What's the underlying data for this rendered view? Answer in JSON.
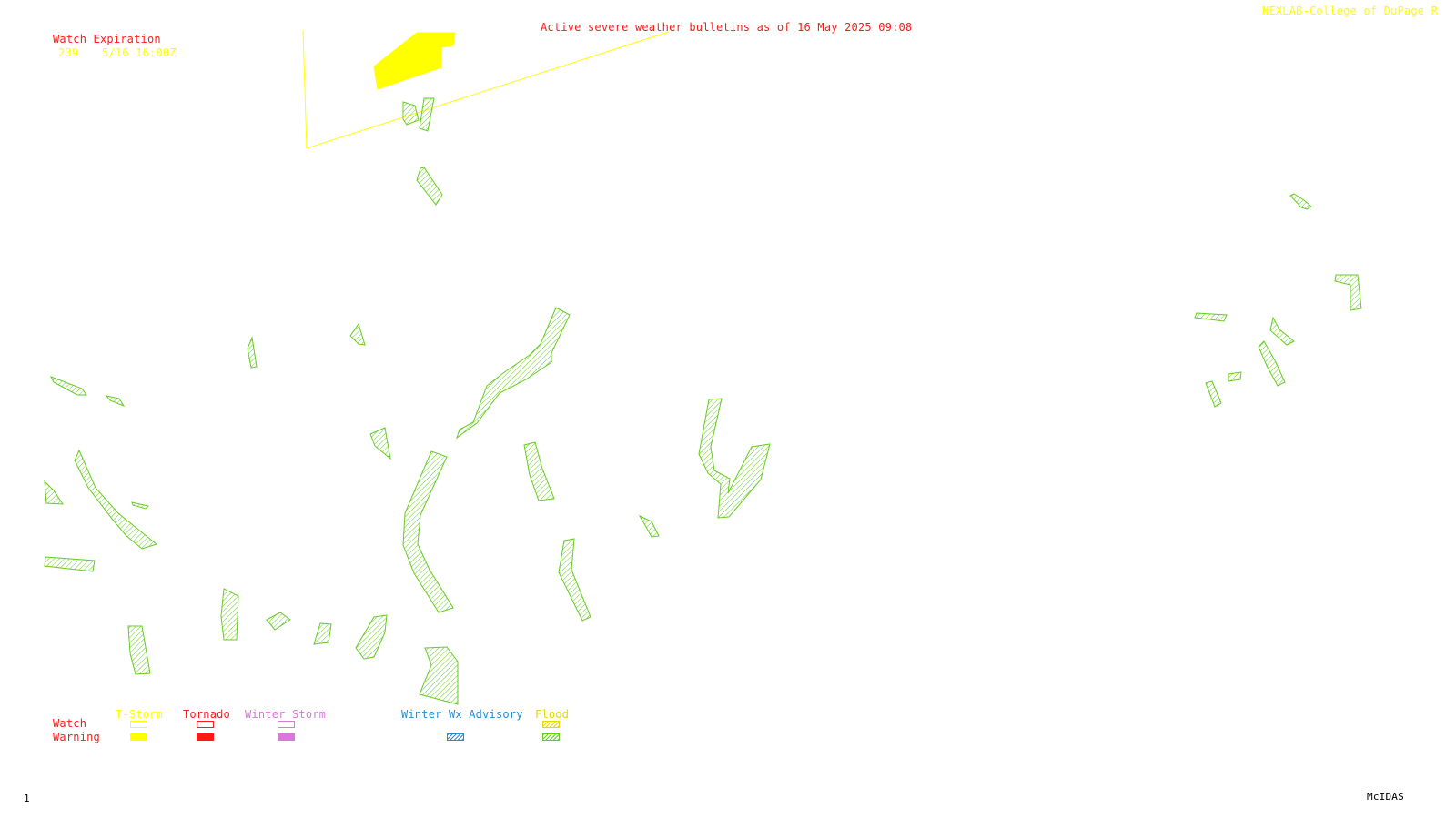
{
  "header": {
    "bulletin_title": "Active severe weather bulletins as of 16 May 2025 09:08",
    "source_label": "NEXLAB-College of DuPage R"
  },
  "watch_expiration": {
    "heading": "Watch Expiration",
    "entries": [
      {
        "number": "239",
        "time": "5/16 16:00Z"
      }
    ]
  },
  "legend": {
    "row_labels": {
      "watch": "Watch",
      "warning": "Warning"
    },
    "categories": [
      {
        "key": "tstorm",
        "label": "T-Storm",
        "color": "#ffff00"
      },
      {
        "key": "tornado",
        "label": "Tornado",
        "color": "#ff1a1a"
      },
      {
        "key": "winter_storm",
        "label": "Winter Storm",
        "color": "#d77ad7"
      },
      {
        "key": "winter_advisory",
        "label": "Winter Wx Advisory",
        "color": "#1e90d6"
      },
      {
        "key": "flood",
        "label": "Flood",
        "color": "#e6d800"
      }
    ]
  },
  "colors": {
    "flood_warning": "#66cc22",
    "watch_outline": "#ffff00",
    "warning_fill": "#ffff00",
    "title_text": "#ff1a1a"
  },
  "footer": {
    "frame_number": "1",
    "software": "McIDAS"
  }
}
